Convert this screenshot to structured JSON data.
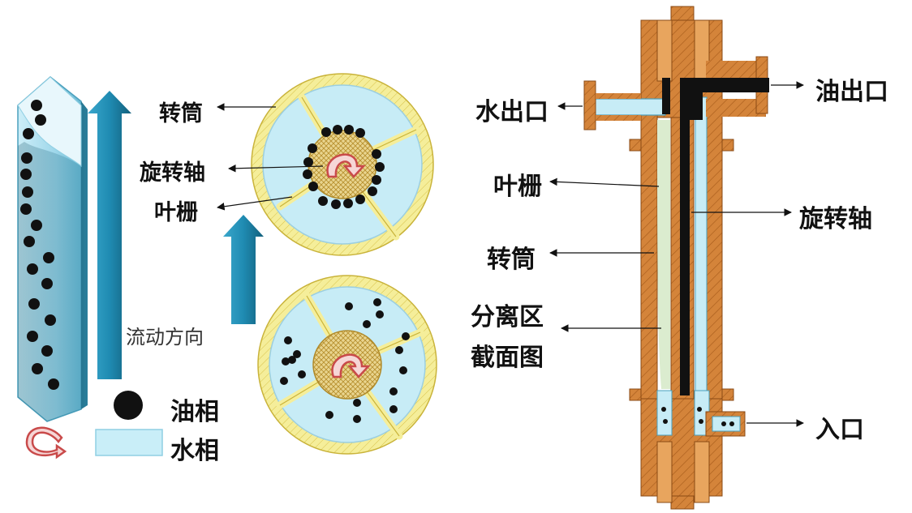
{
  "left_panel": {
    "labels": {
      "rotor_drum": "转筒",
      "rotating_shaft": "旋转轴",
      "blade_grid": "叶栅",
      "flow_direction": "流动方向"
    },
    "legend": {
      "oil_phase": "油相",
      "water_phase": "水相"
    }
  },
  "right_panel": {
    "labels": {
      "water_outlet": "水出口",
      "oil_outlet": "油出口",
      "blade_grid": "叶栅",
      "rotating_shaft": "旋转轴",
      "rotor_drum": "转筒",
      "separation_zone_line1": "分离区",
      "separation_zone_line2": "截面图",
      "inlet": "入口"
    }
  },
  "colors": {
    "water": "#bfe8f5",
    "oil": "#111111",
    "copper": "#d4843a",
    "yellow_ring": "#f5ee9a",
    "arrow_blue": "#1e8ab0",
    "swirl_red": "#c94a4a"
  }
}
